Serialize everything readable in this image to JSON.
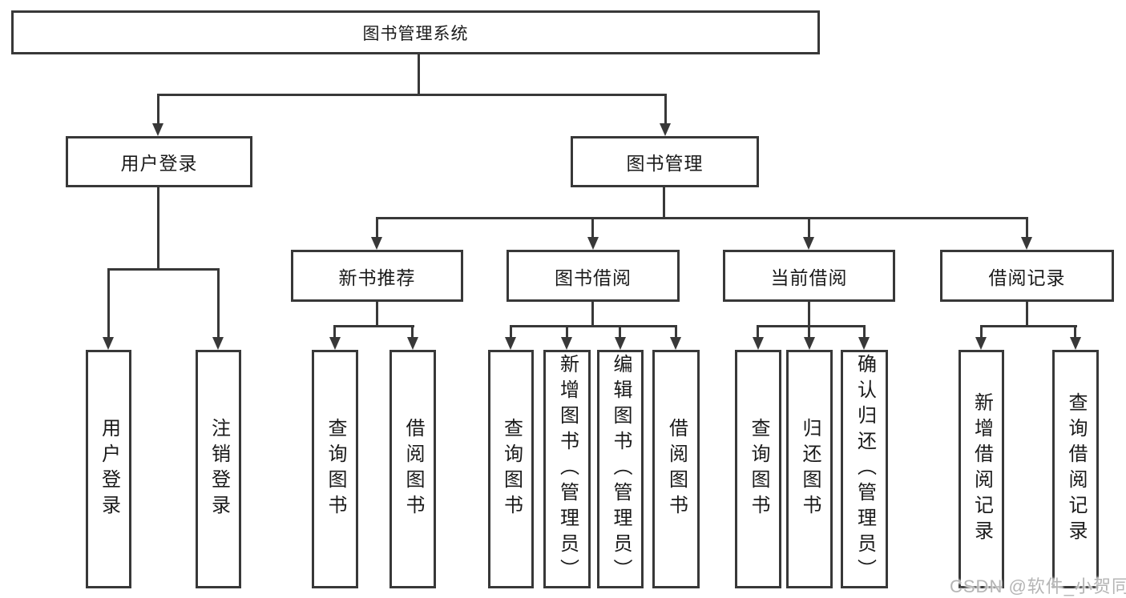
{
  "colors": {
    "line": "#383838",
    "text": "#1a1a1a",
    "box-bg": "#ffffff",
    "watermark": "#b5b5b5"
  },
  "watermark": "CSDN @软件_小贺同学",
  "tree": {
    "root": "图书管理系统",
    "login": {
      "label": "用户登录",
      "leaves": [
        "用户登录",
        "注销登录"
      ]
    },
    "management": {
      "label": "图书管理",
      "sections": {
        "recommend": {
          "label": "新书推荐",
          "leaves": [
            "查询图书",
            "借阅图书"
          ]
        },
        "borrow": {
          "label": "图书借阅",
          "leaves": [
            "查询图书",
            "新增图书（管理员）",
            "编辑图书（管理员）",
            "借阅图书"
          ]
        },
        "current": {
          "label": "当前借阅",
          "leaves": [
            "查询图书",
            "归还图书",
            "确认归还（管理员）"
          ]
        },
        "records": {
          "label": "借阅记录",
          "leaves": [
            "新增借阅记录",
            "查询借阅记录"
          ]
        }
      }
    }
  }
}
